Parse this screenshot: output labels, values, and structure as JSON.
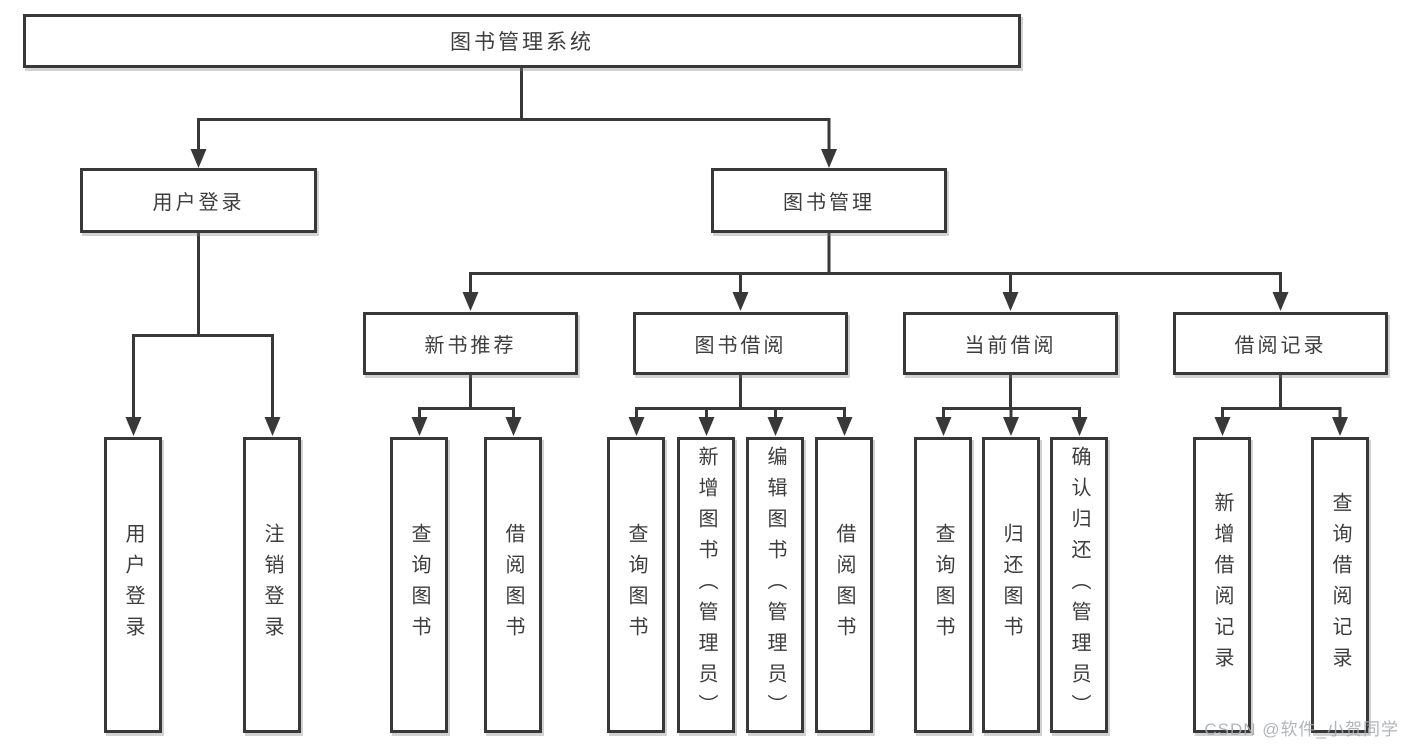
{
  "diagram": {
    "tree": {
      "label": "图书管理系统",
      "children": [
        {
          "label": "用户登录",
          "children": [
            {
              "label": "用户登录"
            },
            {
              "label": "注销登录"
            }
          ]
        },
        {
          "label": "图书管理",
          "children": [
            {
              "label": "新书推荐",
              "children": [
                {
                  "label": "查询图书"
                },
                {
                  "label": "借阅图书"
                }
              ]
            },
            {
              "label": "图书借阅",
              "children": [
                {
                  "label": "查询图书"
                },
                {
                  "label": "新增图书（管理员）"
                },
                {
                  "label": "编辑图书（管理员）"
                },
                {
                  "label": "借阅图书"
                }
              ]
            },
            {
              "label": "当前借阅",
              "children": [
                {
                  "label": "查询图书"
                },
                {
                  "label": "归还图书"
                },
                {
                  "label": "确认归还（管理员）"
                }
              ]
            },
            {
              "label": "借阅记录",
              "children": [
                {
                  "label": "新增借阅记录"
                },
                {
                  "label": "查询借阅记录"
                }
              ]
            }
          ]
        }
      ]
    },
    "watermark": "CSDN @软件_小贺同学",
    "colors": {
      "line": "#383838",
      "text": "#3d3d3d",
      "background": "#ffffff",
      "watermark": "#a7adb3"
    }
  }
}
